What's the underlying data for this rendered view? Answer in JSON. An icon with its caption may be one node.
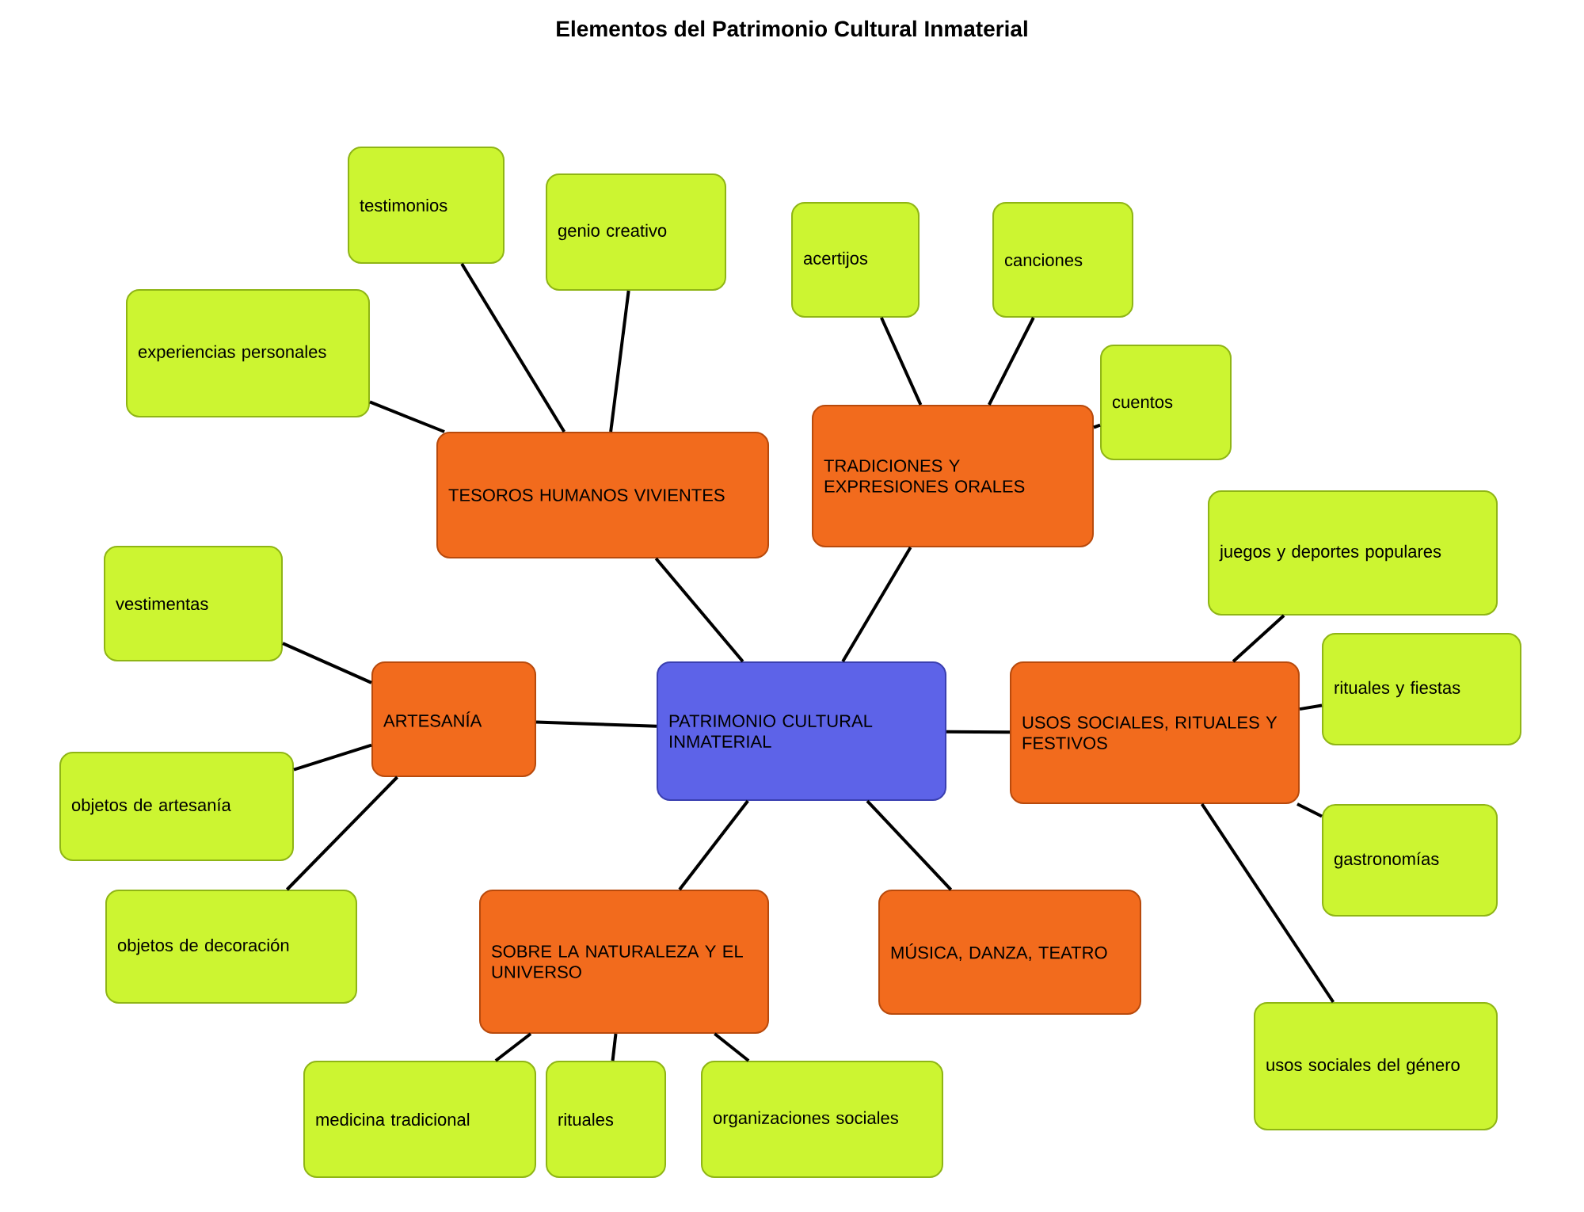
{
  "diagram": {
    "title": "Elementos del Patrimonio Cultural Inmaterial",
    "nodes": [
      {
        "text": [
          "PATRIMONIO CULTURAL INMATERIAL"
        ]
      },
      {
        "text": [
          "TESOROS HUMANOS VIVIENTES"
        ]
      },
      {
        "text": [
          "TRADICIONES Y EXPRESIONES ORALES"
        ]
      },
      {
        "text": [
          "ARTESANÍA"
        ]
      },
      {
        "text": [
          "USOS SOCIALES, RITUALES Y FESTIVOS"
        ]
      },
      {
        "text": [
          "SOBRE LA NATURALEZA Y EL UNIVERSO"
        ]
      },
      {
        "text": [
          "MÚSICA, DANZA, TEATRO"
        ]
      },
      {
        "text": [
          "testimonios"
        ]
      },
      {
        "text": [
          "genio creativo"
        ]
      },
      {
        "text": [
          "experiencias personales"
        ]
      },
      {
        "text": [
          "acertijos"
        ]
      },
      {
        "text": [
          "canciones"
        ]
      },
      {
        "text": [
          "cuentos"
        ]
      },
      {
        "text": [
          "vestimentas"
        ]
      },
      {
        "text": [
          "juegos y deportes populares"
        ]
      },
      {
        "text": [
          "rituales y fiestas"
        ]
      },
      {
        "text": [
          "objetos de artesanía"
        ]
      },
      {
        "text": [
          "gastronomías"
        ]
      },
      {
        "text": [
          "objetos de decoración"
        ]
      },
      {
        "text": [
          "usos sociales del género"
        ]
      },
      {
        "text": [
          "medicina tradicional"
        ]
      },
      {
        "text": [
          "rituales"
        ]
      },
      {
        "text": [
          "organizaciones sociales"
        ]
      }
    ],
    "edges": [
      {
        "from": 0,
        "to": 1,
        "arrow": "none"
      },
      {
        "from": 0,
        "to": 2,
        "arrow": "none"
      },
      {
        "from": 0,
        "to": 3,
        "arrow": "none"
      },
      {
        "from": 0,
        "to": 4,
        "arrow": "none"
      },
      {
        "from": 0,
        "to": 5,
        "arrow": "none"
      },
      {
        "from": 0,
        "to": 6,
        "arrow": "none"
      },
      {
        "from": 1,
        "to": 7,
        "arrow": "none"
      },
      {
        "from": 1,
        "to": 8,
        "arrow": "none"
      },
      {
        "from": 1,
        "to": 9,
        "arrow": "none"
      },
      {
        "from": 2,
        "to": 10,
        "arrow": "none"
      },
      {
        "from": 2,
        "to": 11,
        "arrow": "none"
      },
      {
        "from": 2,
        "to": 12,
        "arrow": "none"
      },
      {
        "from": 3,
        "to": 13,
        "arrow": "none"
      },
      {
        "from": 3,
        "to": 16,
        "arrow": "none"
      },
      {
        "from": 3,
        "to": 18,
        "arrow": "none"
      },
      {
        "from": 4,
        "to": 14,
        "arrow": "none"
      },
      {
        "from": 4,
        "to": 15,
        "arrow": "none"
      },
      {
        "from": 4,
        "to": 17,
        "arrow": "none"
      },
      {
        "from": 4,
        "to": 19,
        "arrow": "none"
      },
      {
        "from": 5,
        "to": 20,
        "arrow": "none"
      },
      {
        "from": 5,
        "to": 21,
        "arrow": "none"
      },
      {
        "from": 5,
        "to": 22,
        "arrow": "none"
      }
    ]
  }
}
